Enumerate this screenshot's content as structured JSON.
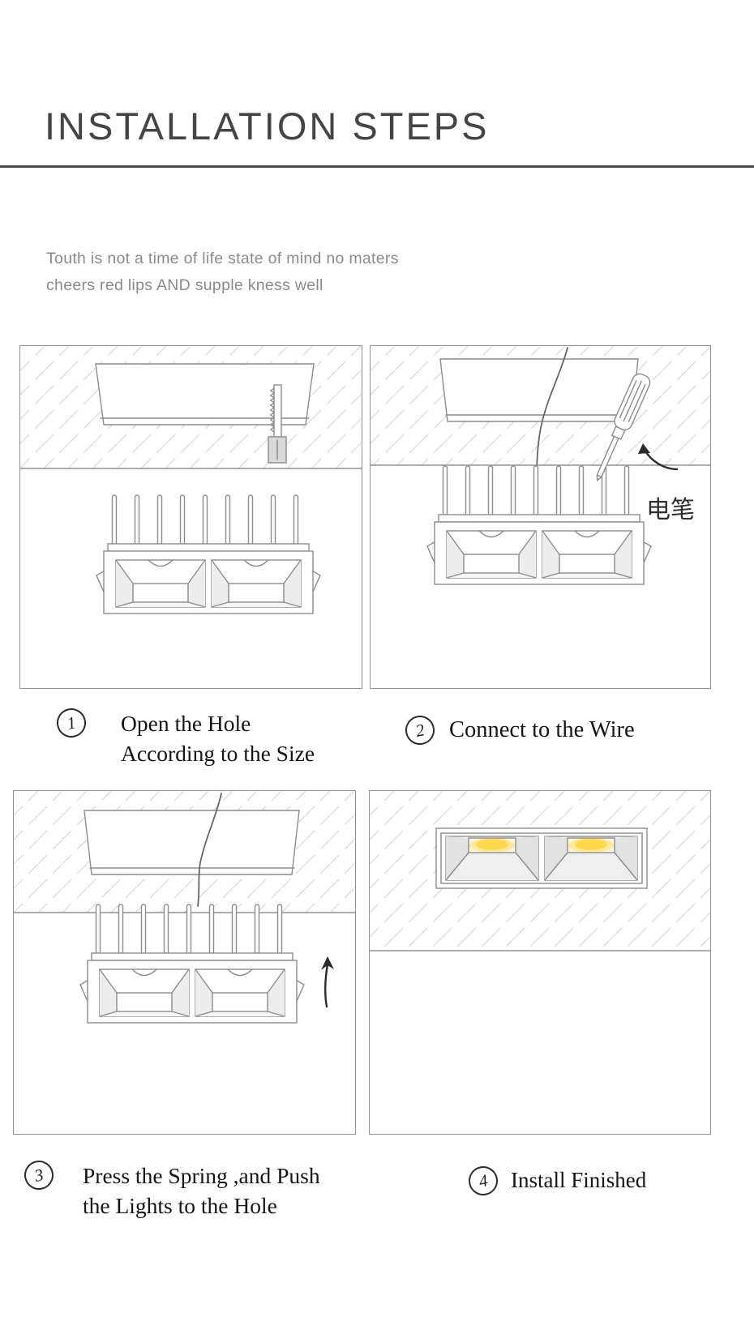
{
  "page": {
    "title": "INSTALLATION STEPS"
  },
  "intro": {
    "line1": "Touth is not a time of life state of mind no maters",
    "line2": "cheers red lips AND supple kness well"
  },
  "steps": [
    {
      "number": "1",
      "caption_line1": "Open the Hole",
      "caption_line2": "According to the Size"
    },
    {
      "number": "2",
      "caption_line1": "Connect to the Wire",
      "caption_line2": ""
    },
    {
      "number": "3",
      "caption_line1": "Press the Spring ,and Push",
      "caption_line2": "the Lights to the Hole"
    },
    {
      "number": "4",
      "caption_line1": "Install Finished",
      "caption_line2": ""
    }
  ],
  "annotations": {
    "electric_pen_label": "电笔"
  },
  "colors": {
    "glow": "#ffd84d",
    "line": "#8c8c8c",
    "muted_text": "#8a8a8a",
    "divider": "#4a4a4a"
  }
}
